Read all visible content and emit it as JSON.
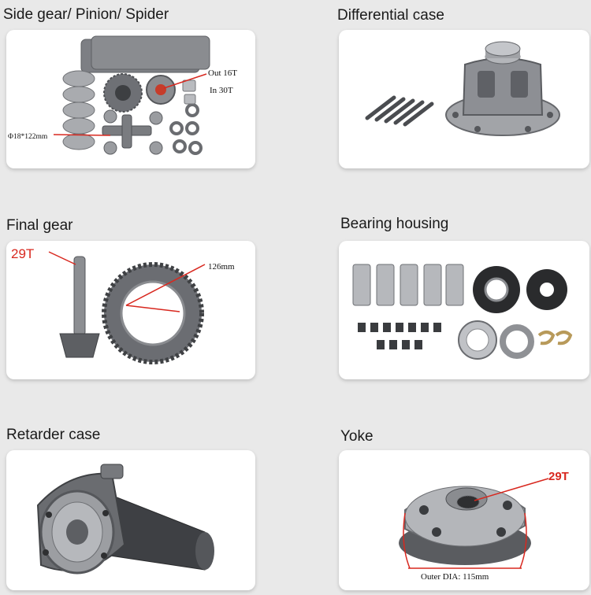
{
  "sections": [
    {
      "title": "Side gear/ Pinion/ Spider",
      "annotations": {
        "out": "Out 16T",
        "in": "In 30T",
        "dim": "Φ18*122mm"
      }
    },
    {
      "title": "Differential case"
    },
    {
      "title": "Final gear",
      "annotations": {
        "teeth": "29T",
        "dim": "126mm"
      }
    },
    {
      "title": "Bearing housing"
    },
    {
      "title": "Retarder case"
    },
    {
      "title": "Yoke",
      "annotations": {
        "teeth": "29T",
        "dim": "Outer DIA: 115mm"
      }
    }
  ],
  "colors": {
    "annotation_red": "#d8281f",
    "metal": "#8e9196",
    "dark_metal": "#55585c"
  }
}
